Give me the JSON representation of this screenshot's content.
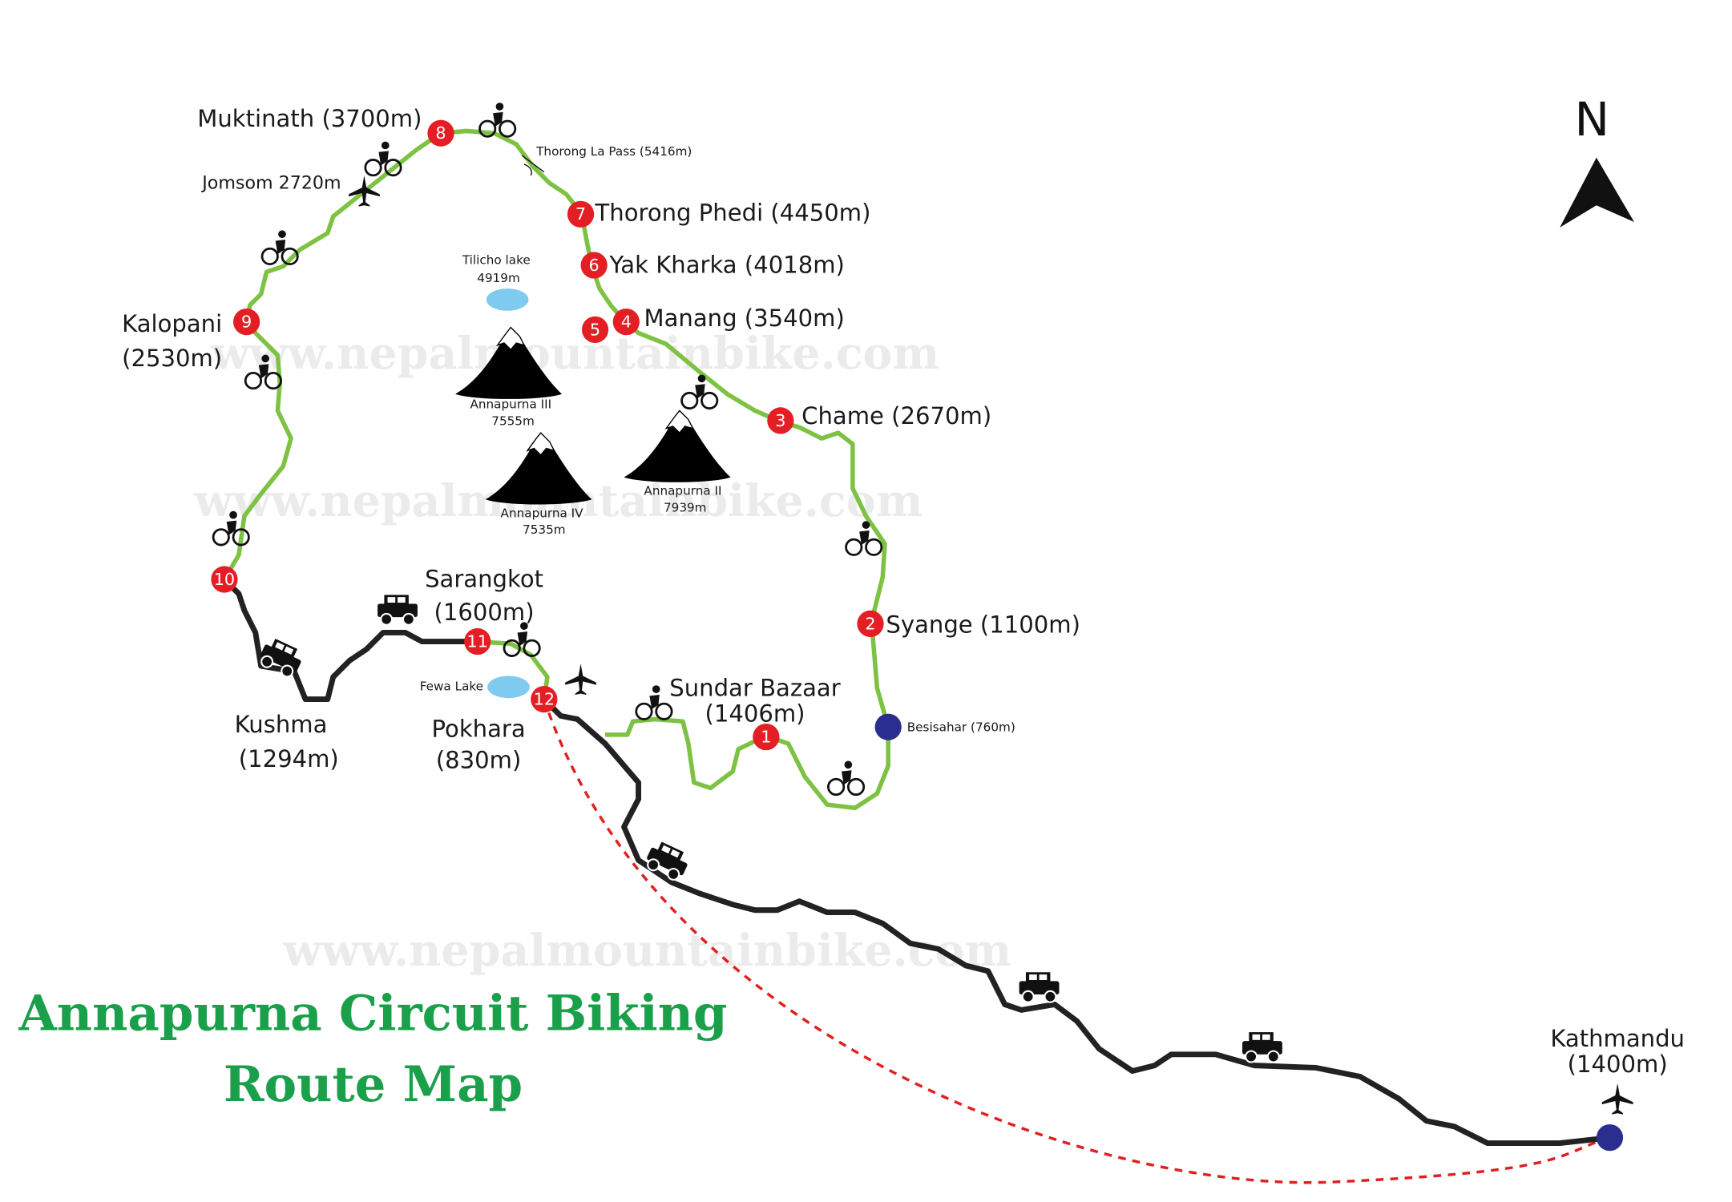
{
  "title": {
    "line1": "Annapurna Circuit Biking",
    "line2": "Route Map"
  },
  "north_label": "N",
  "watermark": "www.nepalmountainbike.com",
  "colors": {
    "bike_route": "#7dc242",
    "road": "#222222",
    "flight": "#e02020",
    "stop": "#e31e24",
    "endpoint": "#2a2f8f",
    "lake": "#7fcbef",
    "title": "#1aa04a"
  },
  "stops": [
    {
      "num": "1",
      "name": "Sundar Bazaar",
      "alt": "(1406m)"
    },
    {
      "num": "2",
      "name": "Syange (1100m)"
    },
    {
      "num": "3",
      "name": "Chame (2670m)"
    },
    {
      "num": "4",
      "name": "Manang (3540m)"
    },
    {
      "num": "5"
    },
    {
      "num": "6",
      "name": "Yak Kharka (4018m)"
    },
    {
      "num": "7",
      "name": "Thorong Phedi (4450m)"
    },
    {
      "num": "8",
      "name": "Muktinath (3700m)"
    },
    {
      "num": "9",
      "name": "Kalopani",
      "alt": "(2530m)"
    },
    {
      "num": "10"
    },
    {
      "num": "11",
      "name": "Sarangkot",
      "alt": "(1600m)"
    },
    {
      "num": "12",
      "name": "Pokhara",
      "alt": "(830m)"
    }
  ],
  "places": {
    "besisahar": "Besisahar (760m)",
    "thorong_la": "Thorong La Pass (5416m)",
    "jomsom": "Jomsom 2720m",
    "kushma": "Kushma",
    "kushma_alt": "(1294m)",
    "kathmandu": "Kathmandu",
    "kathmandu_alt": "(1400m)",
    "fewa": "Fewa Lake",
    "tilicho": "Tilicho lake",
    "tilicho_alt": "4919m"
  },
  "peaks": [
    {
      "name": "Annapurna III",
      "alt": "7555m"
    },
    {
      "name": "Annapurna IV",
      "alt": "7535m"
    },
    {
      "name": "Annapurna II",
      "alt": "7939m"
    }
  ]
}
